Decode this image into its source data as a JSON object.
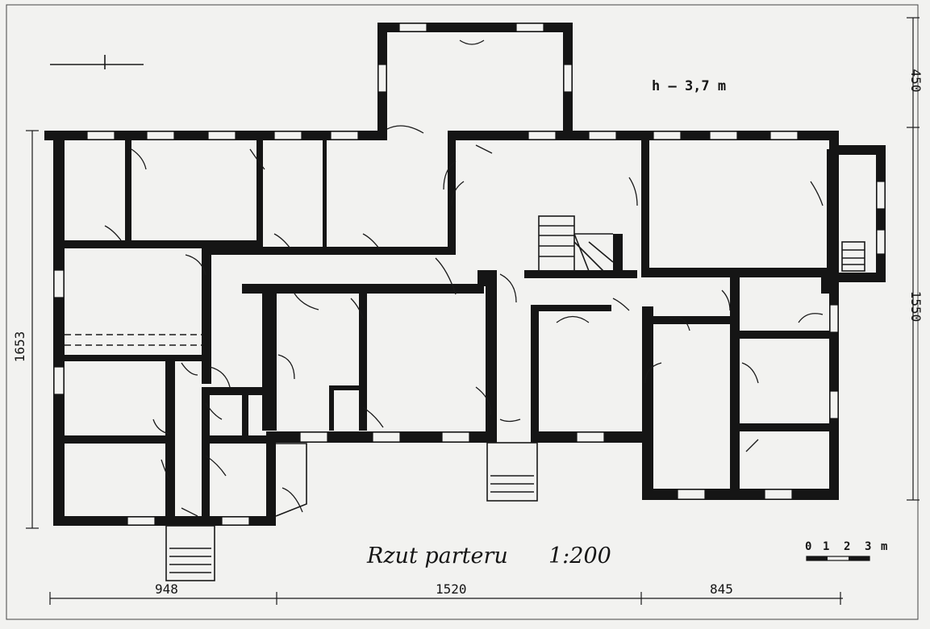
{
  "title": "Rzut parteru",
  "scale": "1:200",
  "height_note": "h — 3,7 m",
  "dimensions": {
    "bottom": [
      "948",
      "1520",
      "845"
    ],
    "left": "1653",
    "right_top": "450",
    "right_main": "1550"
  },
  "scalebar": {
    "ticks": [
      "0",
      "1",
      "2",
      "3"
    ],
    "unit": "m"
  }
}
